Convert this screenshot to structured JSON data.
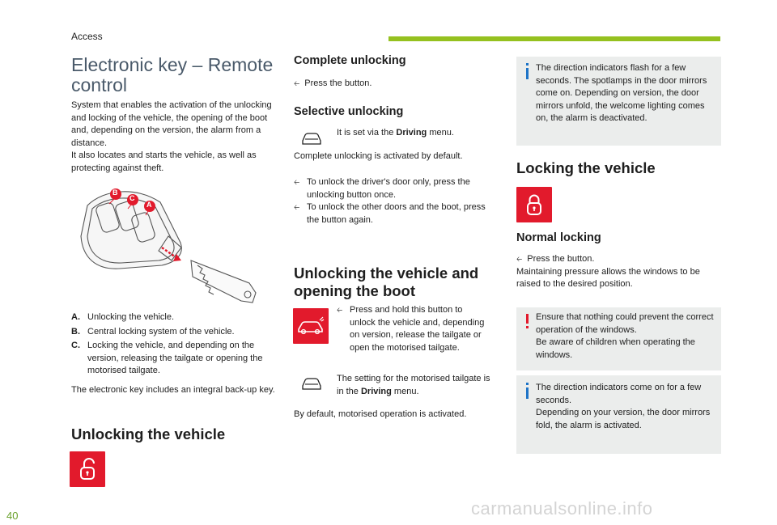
{
  "header": {
    "section": "Access"
  },
  "page_number": "40",
  "watermark": "carmanualsonline.info",
  "title": "Electronic key – Remote control",
  "intro": "System that enables the activation of the unlocking and locking of the vehicle, the opening of the boot and, depending on the version, the alarm from a distance.",
  "intro2": "It also locates and starts the vehicle, as well as protecting against theft.",
  "key_labels": {
    "a": "A",
    "b": "B",
    "c": "C"
  },
  "definitions": [
    {
      "k": "A.",
      "v": "Unlocking the vehicle."
    },
    {
      "k": "B.",
      "v": "Central locking system of the vehicle."
    },
    {
      "k": "C.",
      "v": "Locking the vehicle, and depending on the version, releasing the tailgate or opening the motorised tailgate."
    }
  ],
  "backup_key": "The electronic key includes an integral back-up key.",
  "h_unlocking_vehicle": "Unlocking the vehicle",
  "complete_unlocking": {
    "heading": "Complete unlocking",
    "bullet": "Press the button."
  },
  "selective_unlocking": {
    "heading": "Selective unlocking",
    "set_via_pre": "It is set via the ",
    "set_via_bold": "Driving",
    "set_via_post": " menu.",
    "default": "Complete unlocking is activated by default.",
    "bullets": [
      "To unlock the driver's door only, press the unlocking button once.",
      "To unlock the other doors and the boot, press the button again."
    ]
  },
  "unlock_boot": {
    "heading": "Unlocking the vehicle and opening the boot",
    "bullet": "Press and hold this button to unlock the vehicle and, depending on version, release the tailgate or open the motorised tailgate.",
    "setting_pre": "The setting for the motorised tailgate is in the ",
    "setting_bold": "Driving",
    "setting_post": " menu.",
    "default": "By default, motorised operation is activated."
  },
  "note1": "The direction indicators flash for a few seconds. The spotlamps in the door mirrors come on. Depending on version, the door mirrors unfold, the welcome lighting comes on, the alarm is deactivated.",
  "locking": {
    "heading": "Locking the vehicle",
    "normal_heading": "Normal locking",
    "bullet": "Press the button.",
    "maintain": "Maintaining pressure allows the windows to be raised to the desired position."
  },
  "warning": {
    "line1": "Ensure that nothing could prevent the correct operation of the windows.",
    "line2": "Be aware of children when operating the windows."
  },
  "note2": {
    "line1": "The direction indicators come on for a few seconds.",
    "line2": "Depending on your version, the door mirrors fold, the alarm is activated."
  },
  "colors": {
    "accent_green": "#95c11f",
    "warning_red": "#e21a2c",
    "info_blue": "#1e74c7",
    "title_gray": "#4a5a6a",
    "note_bg": "#ebedec"
  }
}
